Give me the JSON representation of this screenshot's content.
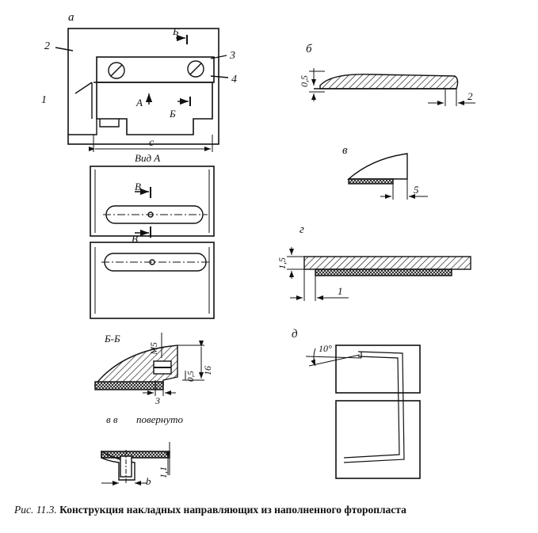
{
  "figure": {
    "labels": {
      "view_a": "а",
      "view_b": "б",
      "view_v": "в",
      "view_g": "г",
      "view_d": "д",
      "part_1": "1",
      "part_2": "2",
      "part_3": "3",
      "part_4": "4",
      "section_b_top": "Б",
      "section_b_bottom": "Б",
      "arrow_a": "А",
      "dim_c": "с",
      "vid_a": "Вид А",
      "section_v_top": "В",
      "section_v_bottom": "В",
      "section_bb": "Б-Б",
      "section_vv": "в  в",
      "rotated": "повернуто",
      "dim_b": "b"
    },
    "dimensions": {
      "d_05_b": "0,5",
      "d_2": "2",
      "d_5": "5",
      "d_15": "1,5",
      "d_1": "1",
      "d_angle": "10°",
      "d_m5": "М5",
      "d_05_bb": "0,5",
      "d_16": "16",
      "d_3": "3",
      "d_11": "1,1"
    }
  },
  "caption": {
    "prefix": "Рис. 11.3.",
    "text": "Конструкция накладных направляющих из наполненного фторопласта"
  }
}
